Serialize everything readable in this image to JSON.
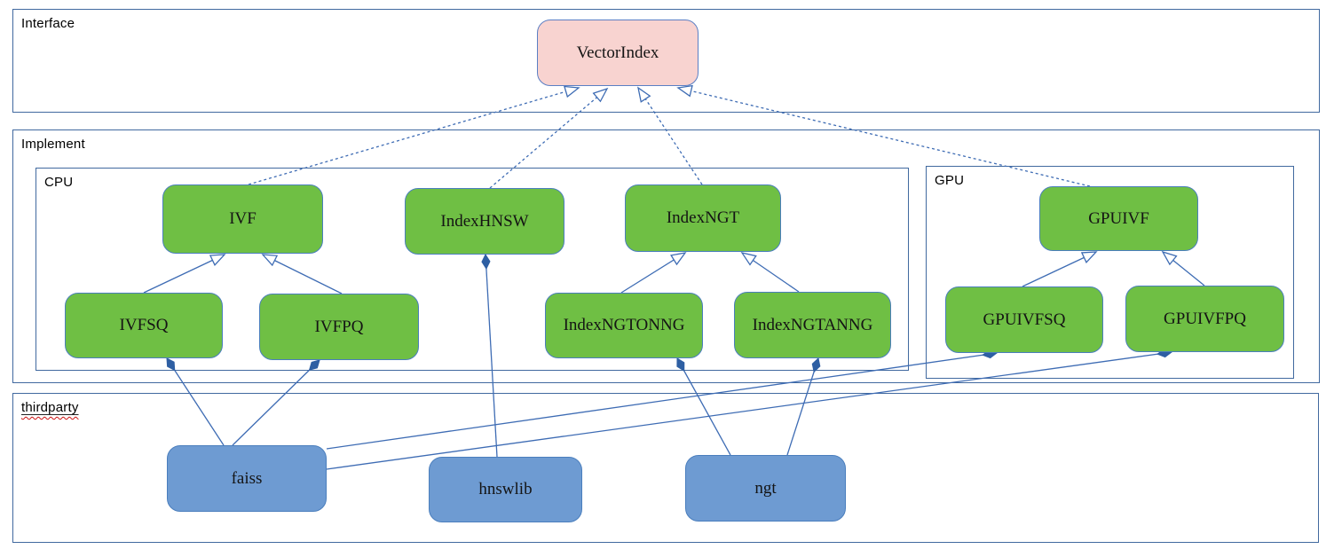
{
  "diagram": {
    "containers": {
      "interface": {
        "label": "Interface"
      },
      "implement": {
        "label": "Implement"
      },
      "cpu": {
        "label": "CPU"
      },
      "gpu": {
        "label": "GPU"
      },
      "thirdparty": {
        "label": "thirdparty"
      }
    },
    "nodes": {
      "vectorindex": {
        "label": "VectorIndex",
        "group": "interface"
      },
      "ivf": {
        "label": "IVF",
        "group": "cpu"
      },
      "indexhnsw": {
        "label": "IndexHNSW",
        "group": "cpu"
      },
      "indexngt": {
        "label": "IndexNGT",
        "group": "cpu"
      },
      "ivfsq": {
        "label": "IVFSQ",
        "group": "cpu"
      },
      "ivfpq": {
        "label": "IVFPQ",
        "group": "cpu"
      },
      "indexngtonng": {
        "label": "IndexNGTONNG",
        "group": "cpu"
      },
      "indexngtanng": {
        "label": "IndexNGTANNG",
        "group": "cpu"
      },
      "gpuivf": {
        "label": "GPUIVF",
        "group": "gpu"
      },
      "gpuivfsq": {
        "label": "GPUIVFSQ",
        "group": "gpu"
      },
      "gpuivfpq": {
        "label": "GPUIVFPQ",
        "group": "gpu"
      },
      "faiss": {
        "label": "faiss",
        "group": "thirdparty"
      },
      "hnswlib": {
        "label": "hnswlib",
        "group": "thirdparty"
      },
      "ngt": {
        "label": "ngt",
        "group": "thirdparty"
      }
    },
    "edges": [
      {
        "from": "IVF",
        "to": "VectorIndex",
        "relation": "realization",
        "style": "dashed-hollow-arrow"
      },
      {
        "from": "IndexHNSW",
        "to": "VectorIndex",
        "relation": "realization",
        "style": "dashed-hollow-arrow"
      },
      {
        "from": "IndexNGT",
        "to": "VectorIndex",
        "relation": "realization",
        "style": "dashed-hollow-arrow"
      },
      {
        "from": "GPUIVF",
        "to": "VectorIndex",
        "relation": "realization",
        "style": "dashed-hollow-arrow"
      },
      {
        "from": "IVFSQ",
        "to": "IVF",
        "relation": "generalization",
        "style": "solid-hollow-arrow"
      },
      {
        "from": "IVFPQ",
        "to": "IVF",
        "relation": "generalization",
        "style": "solid-hollow-arrow"
      },
      {
        "from": "IndexNGTONNG",
        "to": "IndexNGT",
        "relation": "generalization",
        "style": "solid-hollow-arrow"
      },
      {
        "from": "IndexNGTANNG",
        "to": "IndexNGT",
        "relation": "generalization",
        "style": "solid-hollow-arrow"
      },
      {
        "from": "GPUIVFSQ",
        "to": "GPUIVF",
        "relation": "generalization",
        "style": "solid-hollow-arrow"
      },
      {
        "from": "GPUIVFPQ",
        "to": "GPUIVF",
        "relation": "generalization",
        "style": "solid-hollow-arrow"
      },
      {
        "from": "faiss",
        "to": "IVFSQ",
        "relation": "composition",
        "style": "solid-filled-diamond"
      },
      {
        "from": "faiss",
        "to": "IVFPQ",
        "relation": "composition",
        "style": "solid-filled-diamond"
      },
      {
        "from": "faiss",
        "to": "GPUIVFSQ",
        "relation": "composition",
        "style": "solid-filled-diamond"
      },
      {
        "from": "faiss",
        "to": "GPUIVFPQ",
        "relation": "composition",
        "style": "solid-filled-diamond"
      },
      {
        "from": "hnswlib",
        "to": "IndexHNSW",
        "relation": "composition",
        "style": "solid-filled-diamond"
      },
      {
        "from": "ngt",
        "to": "IndexNGTONNG",
        "relation": "composition",
        "style": "solid-filled-diamond"
      },
      {
        "from": "ngt",
        "to": "IndexNGTANNG",
        "relation": "composition",
        "style": "solid-filled-diamond"
      }
    ],
    "colors": {
      "interface_node_fill": "#f8d3d0",
      "implement_node_fill": "#6fbf44",
      "thirdparty_node_fill": "#6e9bd2",
      "container_border": "#41699f",
      "edge_line": "#3e6cb4",
      "diamond_fill": "#2e5fa3",
      "spellcheck_squiggle": "#cc1111"
    }
  }
}
